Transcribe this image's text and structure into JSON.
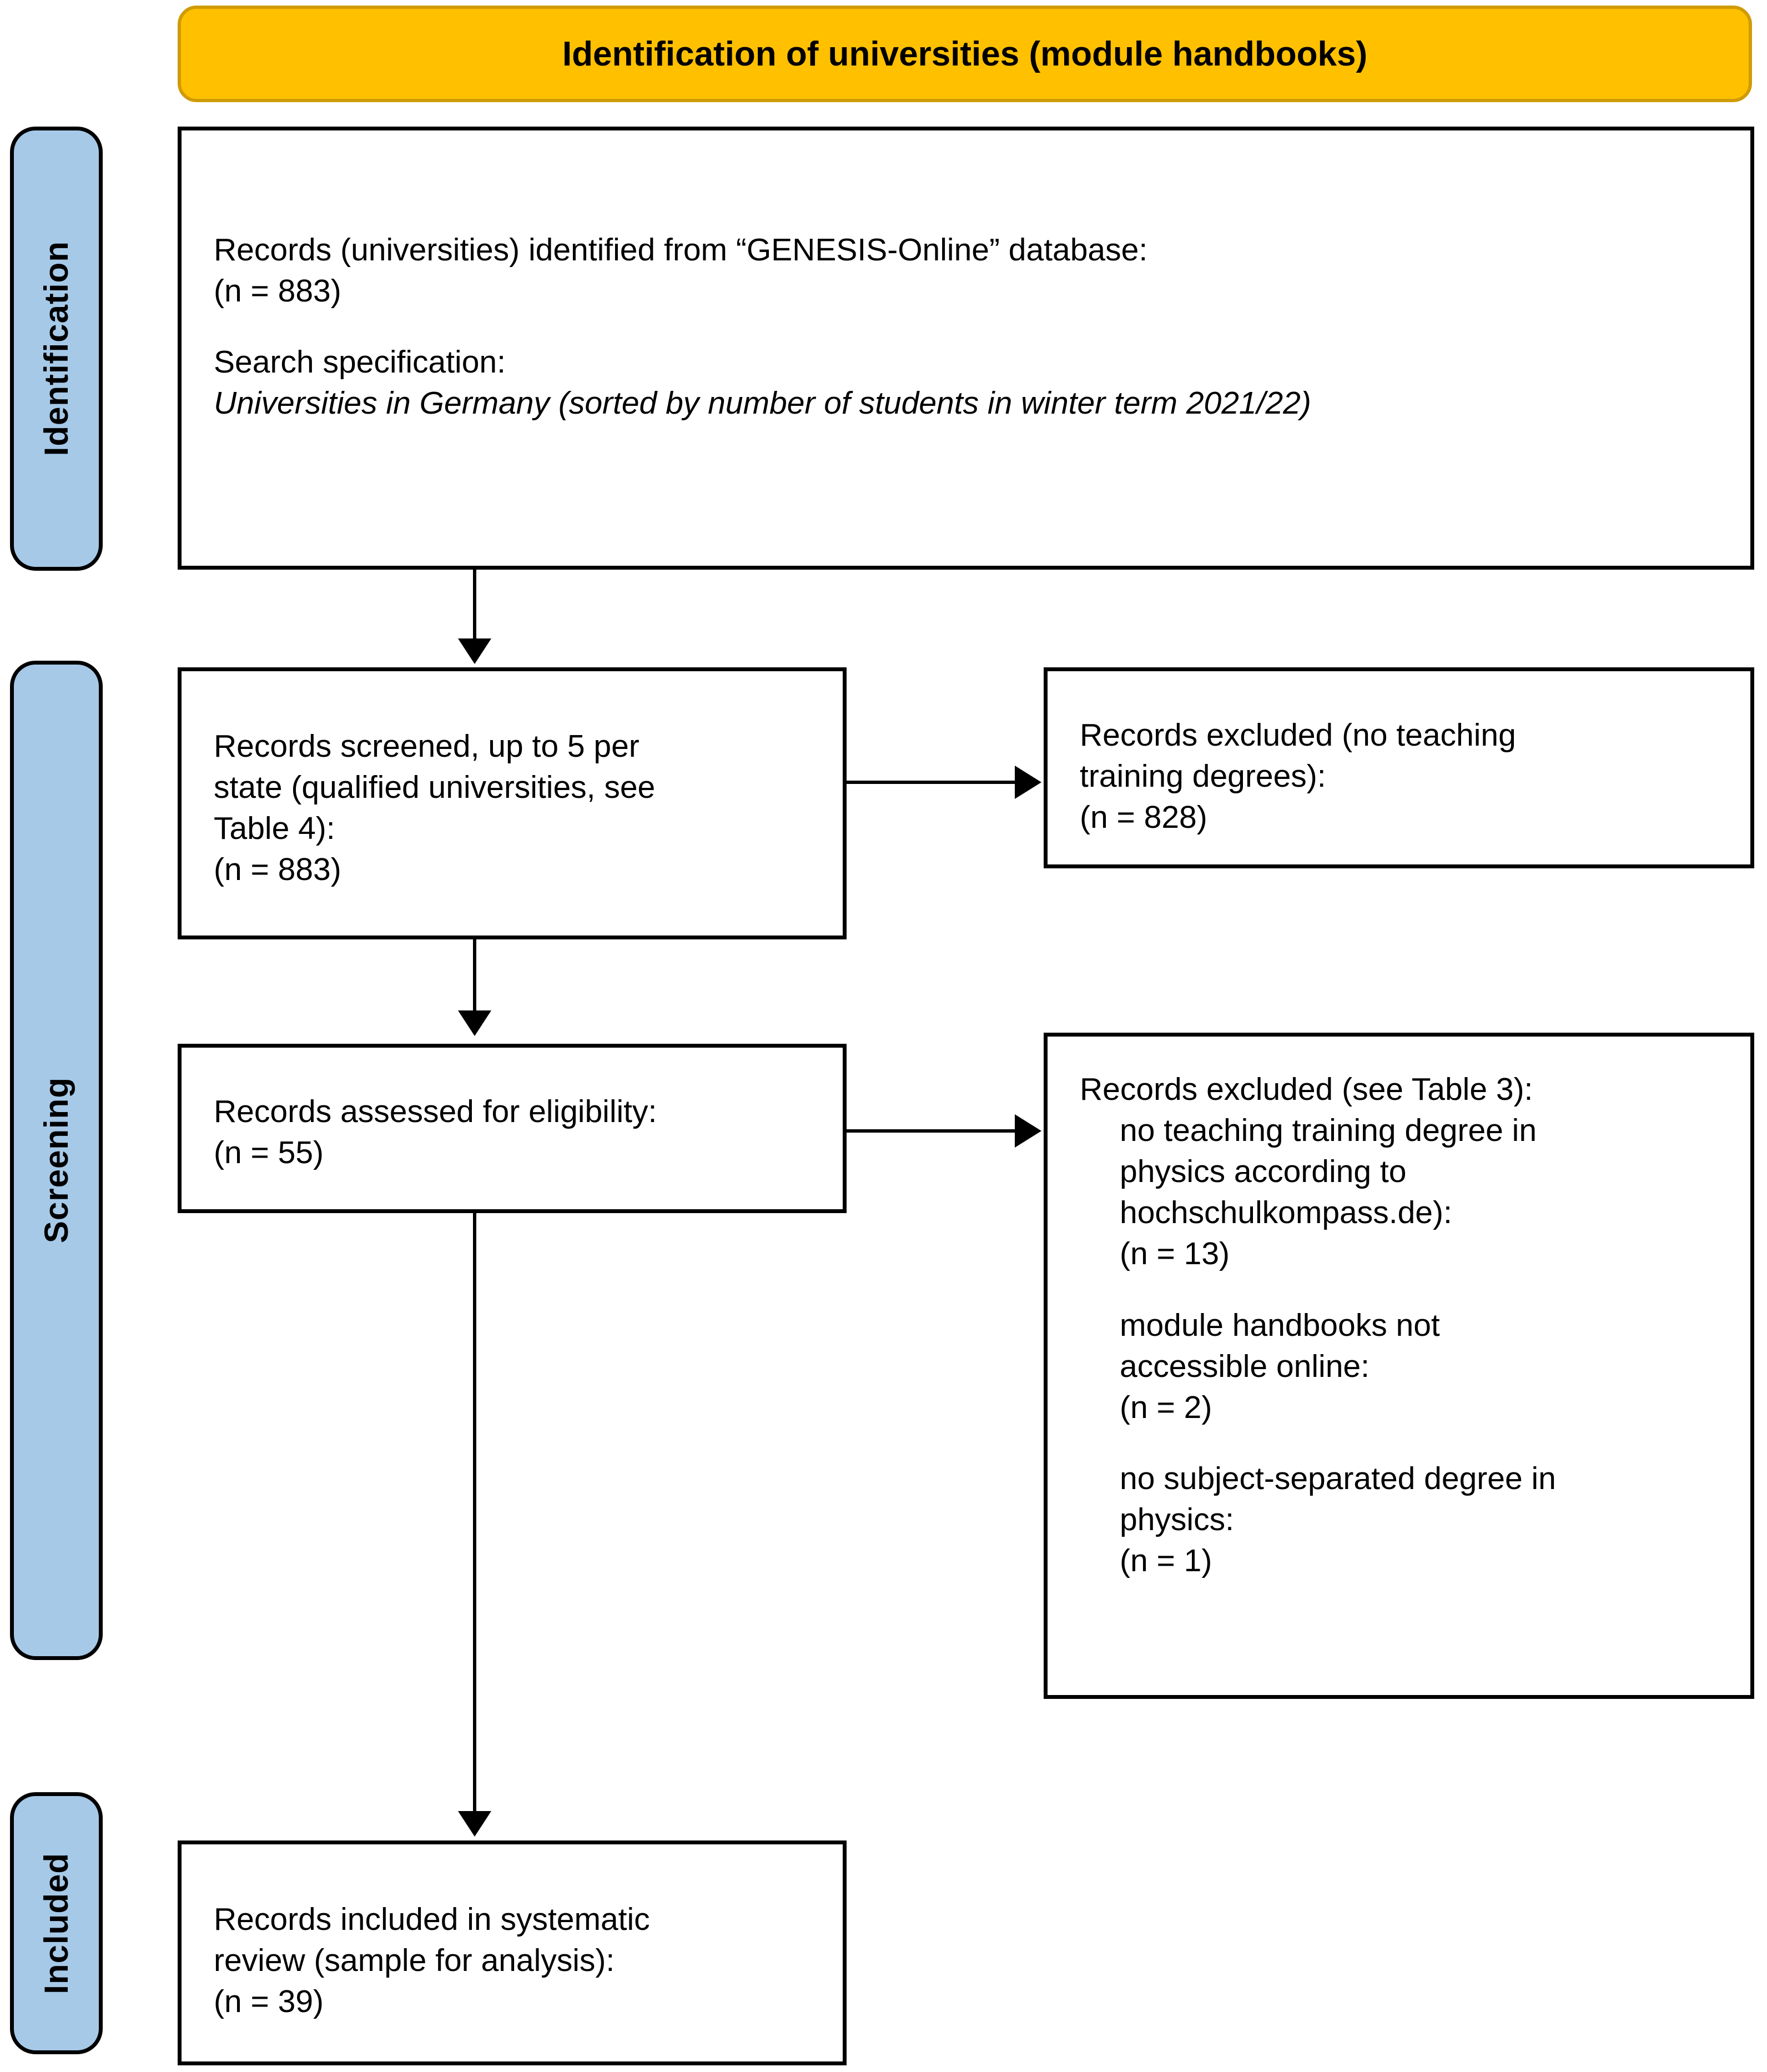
{
  "header": {
    "title": "Identification of universities (module handbooks)",
    "bg_color": "#FFC000"
  },
  "phases": {
    "identification": "Identification",
    "screening": "Screening",
    "included": "Included",
    "bg_color": "#A6C9E8"
  },
  "boxes": {
    "identified": {
      "line1": "Records (universities) identified from “GENESIS-Online” database:",
      "line2": "(n = 883)",
      "line3": "Search specification:",
      "line4": "Universities in Germany (sorted by number of students in winter term 2021/22)"
    },
    "screened": {
      "line1": "Records screened, up to 5 per",
      "line2": "state (qualified universities, see",
      "line3": "Table 4):",
      "line4": "(n = 883)"
    },
    "excluded_screening": {
      "line1": "Records excluded (no teaching",
      "line2": "training degrees):",
      "line3": "(n = 828)"
    },
    "eligibility": {
      "line1": "Records assessed for eligibility:",
      "line2": "(n = 55)"
    },
    "excluded_eligibility": {
      "heading": "Records excluded (see Table 3):",
      "reason1_line1": "no teaching training degree in",
      "reason1_line2": "physics according to",
      "reason1_line3": "hochschulkompass.de):",
      "reason1_n": "(n = 13)",
      "reason2_line1": "module handbooks not",
      "reason2_line2": "accessible online:",
      "reason2_n": "(n = 2)",
      "reason3_line1": "no subject-separated degree in",
      "reason3_line2": "physics:",
      "reason3_n": "(n = 1)"
    },
    "included": {
      "line1": "Records included in systematic",
      "line2": "review (sample for analysis):",
      "line3": "(n = 39)"
    }
  }
}
